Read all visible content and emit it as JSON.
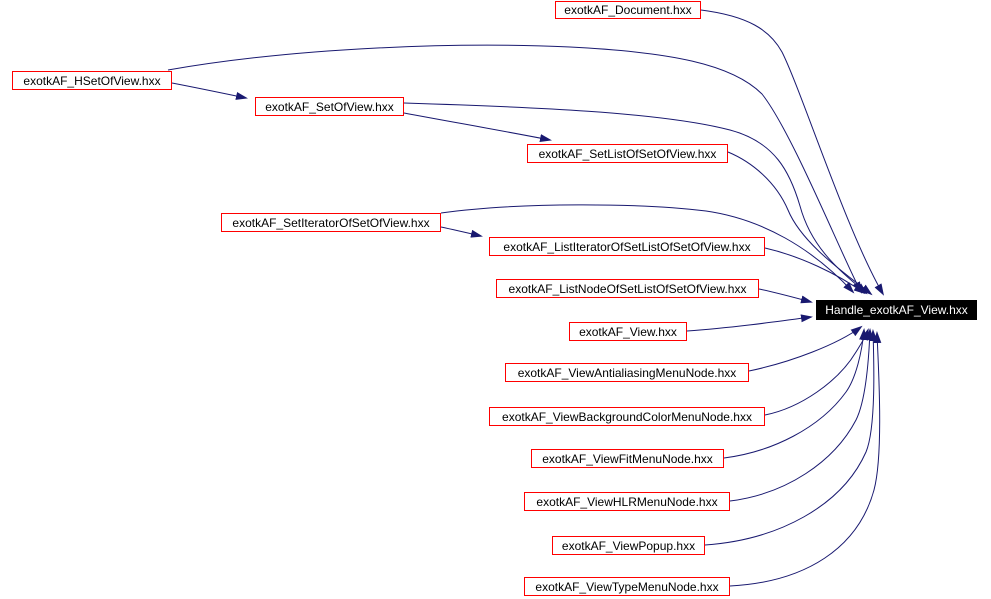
{
  "diagram": {
    "type": "include-dependency-graph",
    "target_node": {
      "id": "handle",
      "label": "Handle_exotkAF_View.hxx"
    },
    "nodes": [
      {
        "id": "document",
        "label": "exotkAF_Document.hxx"
      },
      {
        "id": "hsetofview",
        "label": "exotkAF_HSetOfView.hxx"
      },
      {
        "id": "setofview",
        "label": "exotkAF_SetOfView.hxx"
      },
      {
        "id": "setlistofsetofview",
        "label": "exotkAF_SetListOfSetOfView.hxx"
      },
      {
        "id": "setiteratorofsetofview",
        "label": "exotkAF_SetIteratorOfSetOfView.hxx"
      },
      {
        "id": "listiteratorofsetlistofsetofview",
        "label": "exotkAF_ListIteratorOfSetListOfSetOfView.hxx"
      },
      {
        "id": "listnodeofsetlistofsetofview",
        "label": "exotkAF_ListNodeOfSetListOfSetOfView.hxx"
      },
      {
        "id": "view",
        "label": "exotkAF_View.hxx"
      },
      {
        "id": "viewantialiasingmenunode",
        "label": "exotkAF_ViewAntialiasingMenuNode.hxx"
      },
      {
        "id": "viewbackgroundcolormenunode",
        "label": "exotkAF_ViewBackgroundColorMenuNode.hxx"
      },
      {
        "id": "viewfitmenunode",
        "label": "exotkAF_ViewFitMenuNode.hxx"
      },
      {
        "id": "viewhlrmenunode",
        "label": "exotkAF_ViewHLRMenuNode.hxx"
      },
      {
        "id": "viewpopup",
        "label": "exotkAF_ViewPopup.hxx"
      },
      {
        "id": "viewtypemenunode",
        "label": "exotkAF_ViewTypeMenuNode.hxx"
      }
    ],
    "edges": [
      {
        "from": "document",
        "to": "handle"
      },
      {
        "from": "hsetofview",
        "to": "handle"
      },
      {
        "from": "hsetofview",
        "to": "setofview"
      },
      {
        "from": "setofview",
        "to": "handle"
      },
      {
        "from": "setofview",
        "to": "setlistofsetofview"
      },
      {
        "from": "setlistofsetofview",
        "to": "handle"
      },
      {
        "from": "setiteratorofsetofview",
        "to": "handle"
      },
      {
        "from": "setiteratorofsetofview",
        "to": "listiteratorofsetlistofsetofview"
      },
      {
        "from": "listiteratorofsetlistofsetofview",
        "to": "handle"
      },
      {
        "from": "listnodeofsetlistofsetofview",
        "to": "handle"
      },
      {
        "from": "view",
        "to": "handle"
      },
      {
        "from": "viewantialiasingmenunode",
        "to": "handle"
      },
      {
        "from": "viewbackgroundcolormenunode",
        "to": "handle"
      },
      {
        "from": "viewfitmenunode",
        "to": "handle"
      },
      {
        "from": "viewhlrmenunode",
        "to": "handle"
      },
      {
        "from": "viewpopup",
        "to": "handle"
      },
      {
        "from": "viewtypemenunode",
        "to": "handle"
      }
    ],
    "colors": {
      "node_border": "#ff0000",
      "node_bg": "#ffffff",
      "node_text": "#000000",
      "edge": "#191970",
      "target_bg": "#000000",
      "target_text": "#ffffff",
      "canvas_bg": "#ffffff"
    }
  }
}
